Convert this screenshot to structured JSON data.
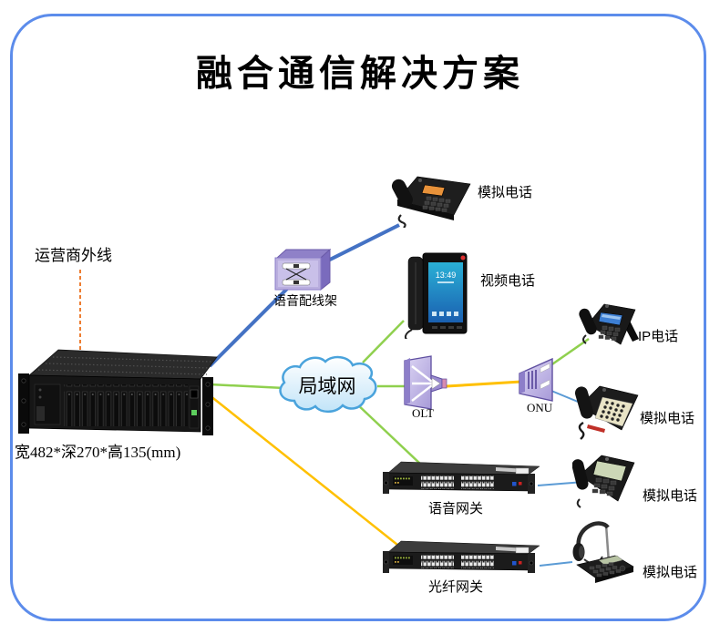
{
  "diagram": {
    "title": "融合通信解决方案",
    "pbx": {
      "trunk_label": "运营商外线",
      "dimensions": "宽482*深270*高135(mm)"
    },
    "cloud": {
      "label": "局域网"
    },
    "patch_panel": {
      "label": "语音配线架"
    },
    "olt": {
      "label": "OLT"
    },
    "onu": {
      "label": "ONU"
    },
    "voice_gateway": {
      "label": "语音网关"
    },
    "fiber_gateway": {
      "label": "光纤网关"
    },
    "phones": {
      "analog_top": {
        "label": "模拟电话"
      },
      "video": {
        "label": "视频电话",
        "screen_time": "13:49"
      },
      "ip": {
        "label": "IP电话"
      },
      "analog_onu": {
        "label": "模拟电话"
      },
      "analog_voice_gw": {
        "label": "模拟电话"
      },
      "analog_fiber_gw": {
        "label": "模拟电话"
      }
    },
    "colors": {
      "border_blue": "#5c8ceb",
      "trunk_blue": "#4472c4",
      "lan_green": "#8fd04e",
      "fiber_orange": "#ffc000",
      "access_blue": "#5b9bd5",
      "carrier_dashed_orange": "#ed7d31",
      "icon_purple": "#8d7ec9",
      "icon_purple_light": "#cec5ee",
      "cloud_stroke": "#4aa3dc"
    }
  }
}
